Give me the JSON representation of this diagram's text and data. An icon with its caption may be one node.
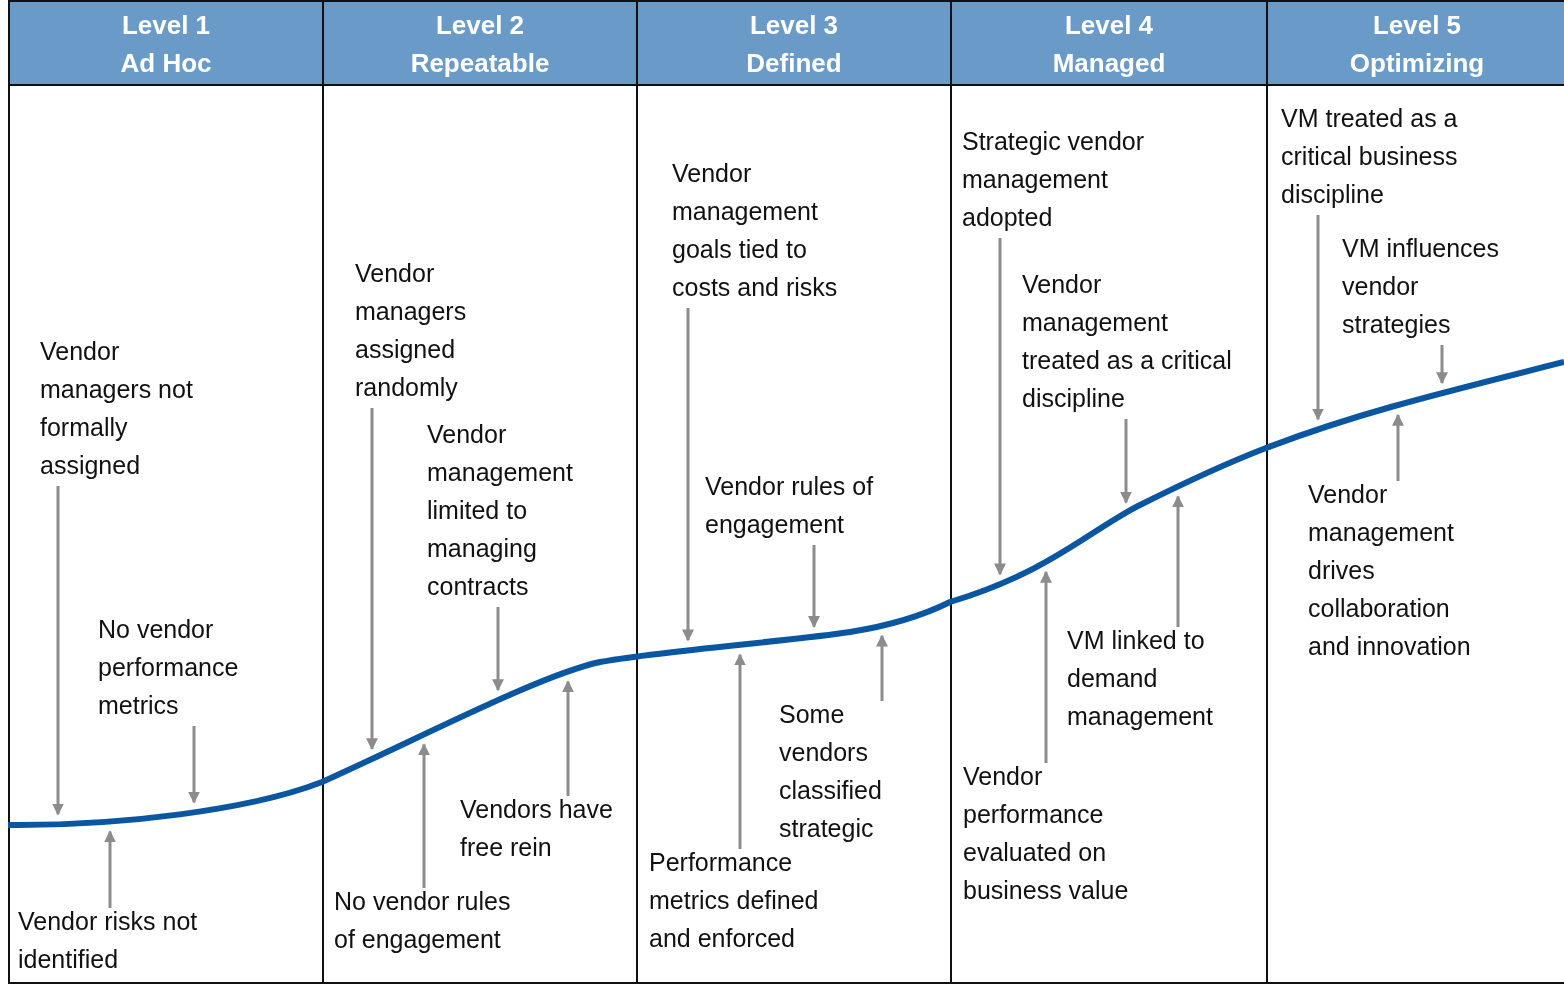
{
  "diagram": {
    "nodes": [
      {
        "text": [
          "Level 1",
          "Ad Hoc"
        ]
      },
      {
        "text": [
          "Vendor managers not formally assigned"
        ],
        "in": 0
      },
      {
        "text": [
          "No vendor performance metrics"
        ]
      },
      {
        "text": [
          "Vendor risks not identified"
        ],
        "in": 0
      },
      {
        "text": [
          "Level 2",
          "Repeatable"
        ]
      },
      {
        "text": [
          "Vendor managers assigned randomly"
        ],
        "in": 4
      },
      {
        "text": [
          "Vendor management limited to managing contracts"
        ]
      },
      {
        "text": [
          "Vendors have free rein"
        ],
        "in": 4
      },
      {
        "text": [
          "No vendor rules of engagement"
        ],
        "in": 4
      },
      {
        "text": [
          "Level 3",
          "Defined"
        ]
      },
      {
        "text": [
          "Vendor management goals tied to costs and risks"
        ],
        "in": 9
      },
      {
        "text": [
          "Vendor rules of engagement"
        ]
      },
      {
        "text": [
          "Some vendors classified strategic"
        ],
        "in": 9
      },
      {
        "text": [
          "Performance metrics defined and enforced"
        ],
        "in": 9
      },
      {
        "text": [
          "Level 4",
          "Managed"
        ]
      },
      {
        "text": [
          "Strategic vendor management adopted"
        ],
        "in": 14
      },
      {
        "text": [
          "Vendor management treated as a critical discipline"
        ],
        "in": 14
      },
      {
        "text": [
          "VM linked to demand management"
        ]
      },
      {
        "text": [
          "Vendor performance evaluated on business value"
        ],
        "in": 14
      },
      {
        "text": [
          "Level 5",
          "Optimizing"
        ]
      },
      {
        "text": [
          "VM treated as a critical business discipline"
        ],
        "in": 19
      },
      {
        "text": [
          "VM influences vendor strategies"
        ],
        "in": 19
      },
      {
        "text": [
          "Vendor management drives collaboration and innovation"
        ]
      },
      {
        "text": [],
        "shape": "curve"
      }
    ],
    "edges": [
      {
        "from": 1,
        "to": 23,
        "arrow": "to"
      },
      {
        "from": 2,
        "to": 23,
        "arrow": "to"
      },
      {
        "from": 3,
        "to": 23,
        "arrow": "to"
      },
      {
        "from": 5,
        "to": 23,
        "arrow": "to"
      },
      {
        "from": 6,
        "to": 23,
        "arrow": "to"
      },
      {
        "from": 7,
        "to": 23,
        "arrow": "to"
      },
      {
        "from": 8,
        "to": 23,
        "arrow": "to"
      },
      {
        "from": 10,
        "to": 23,
        "arrow": "to"
      },
      {
        "from": 11,
        "to": 23,
        "arrow": "to"
      },
      {
        "from": 12,
        "to": 23,
        "arrow": "to"
      },
      {
        "from": 13,
        "to": 23,
        "arrow": "to"
      },
      {
        "from": 15,
        "to": 23,
        "arrow": "to"
      },
      {
        "from": 16,
        "to": 23,
        "arrow": "to"
      },
      {
        "from": 17,
        "to": 23,
        "arrow": "to"
      },
      {
        "from": 18,
        "to": 23,
        "arrow": "to"
      },
      {
        "from": 20,
        "to": 23,
        "arrow": "to"
      },
      {
        "from": 21,
        "to": 23,
        "arrow": "to"
      },
      {
        "from": 22,
        "to": 23,
        "arrow": "to"
      }
    ]
  }
}
